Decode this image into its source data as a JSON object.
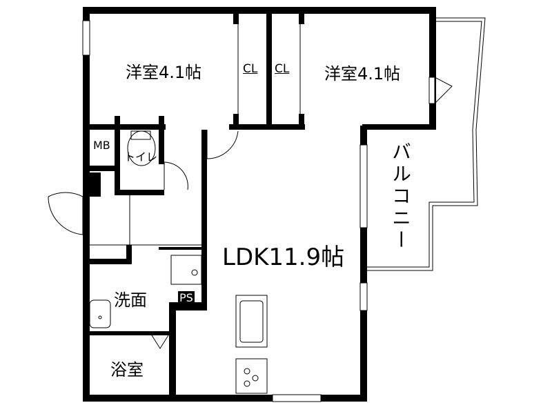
{
  "rooms": {
    "western_room_1": "洋室4.1帖",
    "western_room_2": "洋室4.1帖",
    "closet_1": "CL",
    "closet_2": "CL",
    "meter_box": "MB",
    "toilet": "トイレ",
    "ldk": "LDK11.9帖",
    "washroom": "洗面",
    "pipe_space": "PS",
    "bathroom": "浴室",
    "balcony": "バルコニー"
  },
  "colors": {
    "wall": "#000000",
    "background": "#ffffff"
  }
}
